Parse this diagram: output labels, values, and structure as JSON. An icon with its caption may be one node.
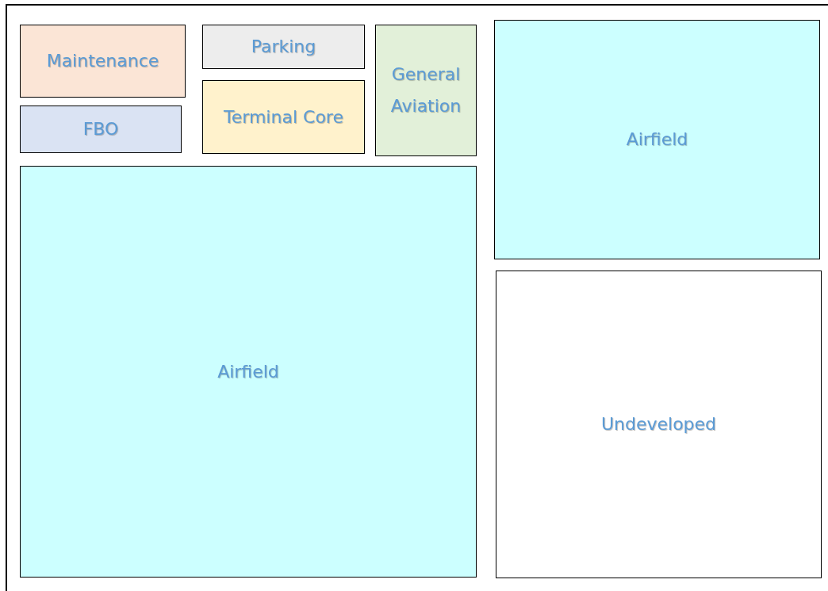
{
  "diagram": {
    "nodes": [
      {
        "text": [
          "Maintenance"
        ]
      },
      {
        "text": [
          "Parking"
        ]
      },
      {
        "text": [
          "General Aviation"
        ]
      },
      {
        "text": [
          "Airfield"
        ]
      },
      {
        "text": [
          "FBO"
        ]
      },
      {
        "text": [
          "Terminal Core"
        ]
      },
      {
        "text": [
          "Airfield"
        ]
      },
      {
        "text": [
          "Undeveloped"
        ]
      }
    ]
  }
}
